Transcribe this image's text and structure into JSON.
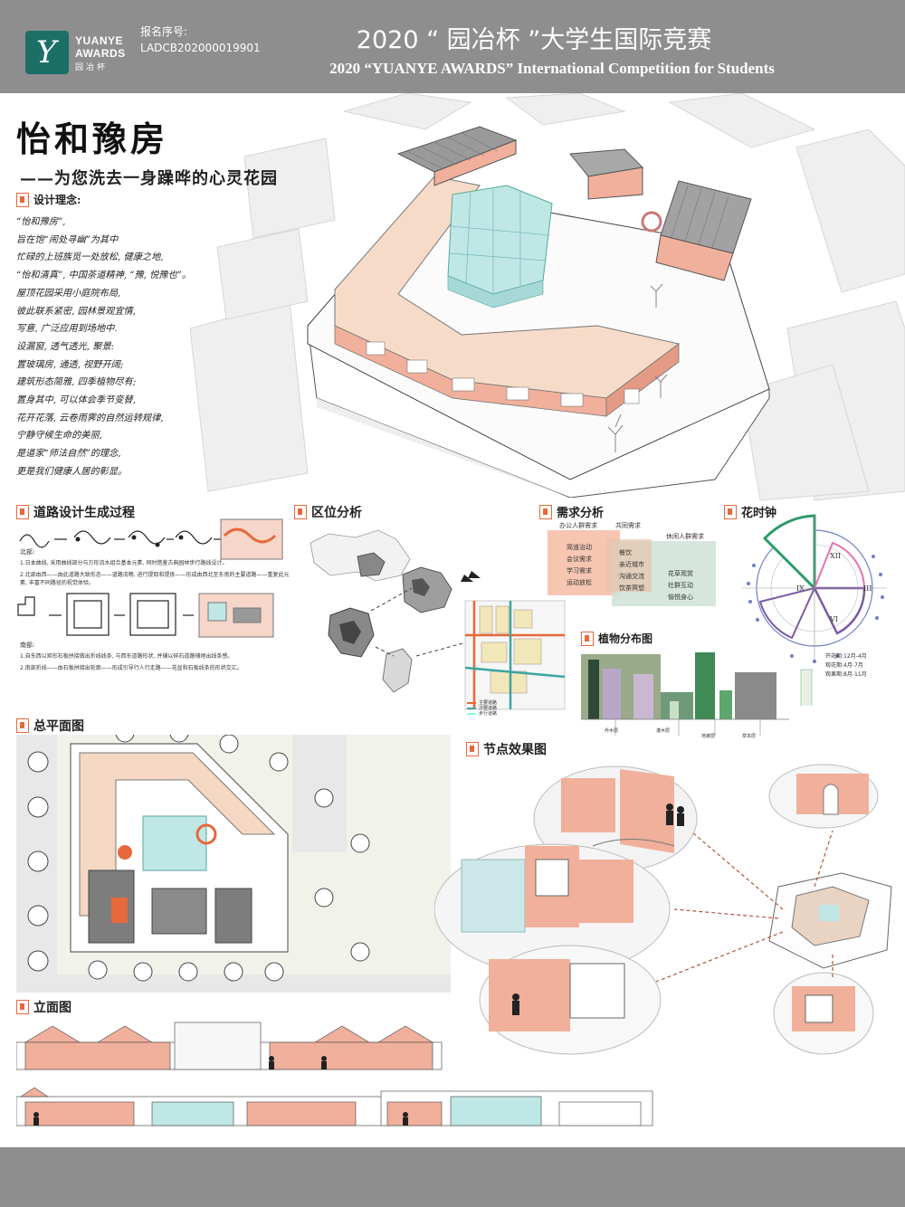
{
  "header": {
    "logo_line1": "YUANYE",
    "logo_line2": "AWARDS",
    "logo_cn": "园冶杯",
    "reg_label": "报名序号:",
    "reg_no": "LADCB202000019901",
    "title_cn": "2020 “ 园冶杯 ”大学生国际竞赛",
    "title_en": "2020 “YUANYE AWARDS” International Competition for  Students"
  },
  "project": {
    "title": "怡和豫房",
    "subtitle": "——为您洗去一身躁哗的心灵花园"
  },
  "concept": {
    "heading": "设计理念:",
    "lines": [
      "“怡和豫房”,",
      "旨在饱“闹处寻幽”为其中",
      "忙碌的上班族觅一处放松, 健康之地,",
      "“怡和清真”, 中国茶道精神, “豫, 悦豫也”。",
      "屋顶花园采用小庭院布局,",
      "彼此联系紧密, 园林景观宜情,",
      "写意, 广泛应用到场地中.",
      "设漏窗, 透气透光, 聚景:",
      "置玻璃房, 通透, 视野开阔;",
      "建筑形态简雅, 四季植物尽有;",
      "置身其中, 可以体会季节变替,",
      "花开花落, 云卷雨霁的自然运转规律,",
      "宁静守候生命的美丽,",
      "是道家“师法自然”的理念,",
      "更是我们健康人居的彰显。"
    ]
  },
  "sections": {
    "road": "道路设计生成过程",
    "location": "区位分析",
    "demand": "需求分析",
    "flower_clock": "花时钟",
    "plants": "植物分布图",
    "master_plan": "总平面图",
    "nodes": "节点效果图",
    "elevation": "立面图"
  },
  "road_notes": {
    "north": "北部:",
    "north_1": "1.日本曲线, 采用曲线部分与方形流水组合基本元素, 同时借鉴古典园林步行路线设计。",
    "north_2": "2.北部由西——由此道路大致形态——道路流畅, 进行提取和提炼——形成由西北至东南的主要道路——重复此元素, 丰富不同路径的视觉体验。",
    "south": "南部:",
    "south_1": "1.自东西以矩形石板拼接做出折线线条, 与西东道路形状, 并辅以碎石道路铺地出线条感。",
    "south_2": "2.南部折线——由石板拼接出轮廓——形成引导行人行走路——花盆和石板线条的形状交汇。"
  },
  "demand": {
    "office_group": "办公人群需求",
    "shared": "共同需求",
    "leisure_group": "休闲人群需求",
    "office_items": [
      "简道治动",
      "会议需求",
      "学习需求",
      "运动放松"
    ],
    "shared_items": [
      "餐饮",
      "亲近城市",
      "沟通交流",
      "饮茶冥想"
    ],
    "leisure_items": [
      "花草观赏",
      "社群互动",
      "愉悦身心"
    ]
  },
  "flower_clock": {
    "numerals": [
      "XII",
      "III",
      "VI",
      "IX"
    ],
    "legend": [
      "开花期:12月-4月",
      "观花期:4月-7月",
      "观果期:8月-11月"
    ]
  },
  "plants": {
    "labels": [
      "乔木层",
      "灌木层",
      "地被层",
      "草本层"
    ]
  },
  "legend": {
    "road_a": "主要道路",
    "road_b": "次要道路",
    "road_c": "步行道路"
  },
  "colors": {
    "header_gray": "#8e8e8e",
    "salmon": "#f0b09b",
    "glass": "#bfe7e6",
    "accent": "#e7683a",
    "green": "#2f9a6a",
    "purple": "#7a5aa5",
    "blue": "#6d7fc4"
  }
}
